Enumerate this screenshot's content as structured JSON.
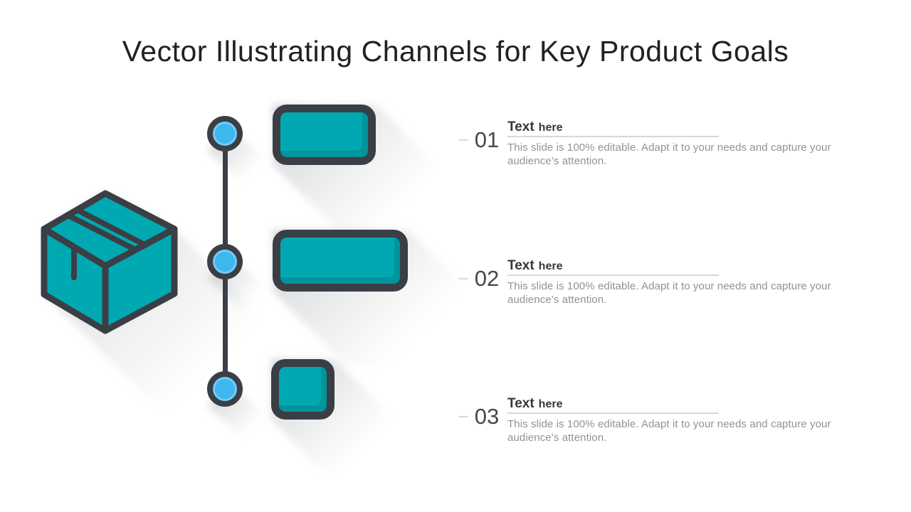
{
  "title": "Vector Illustrating Channels for Key Product Goals",
  "colors": {
    "teal": "#00a9b1",
    "dark": "#3a3f45",
    "blue": "#3eb7f1",
    "heading": "#34383d",
    "number": "#474747",
    "body": "#8f9296",
    "line": "#d8d8d8"
  },
  "icons": {
    "package": "package-box-icon",
    "node": "timeline-node-icon"
  },
  "sections": [
    {
      "number": "01",
      "heading_strong": "Text",
      "heading_light": "here",
      "body": "This slide is 100% editable. Adapt it to your needs and capture your audience’s attention."
    },
    {
      "number": "02",
      "heading_strong": "Text",
      "heading_light": "here",
      "body": "This slide is 100% editable. Adapt it to your needs and capture your audience’s attention."
    },
    {
      "number": "03",
      "heading_strong": "Text",
      "heading_light": "here",
      "body": "This slide is 100% editable. Adapt it to your needs and capture your audience’s attention."
    }
  ]
}
